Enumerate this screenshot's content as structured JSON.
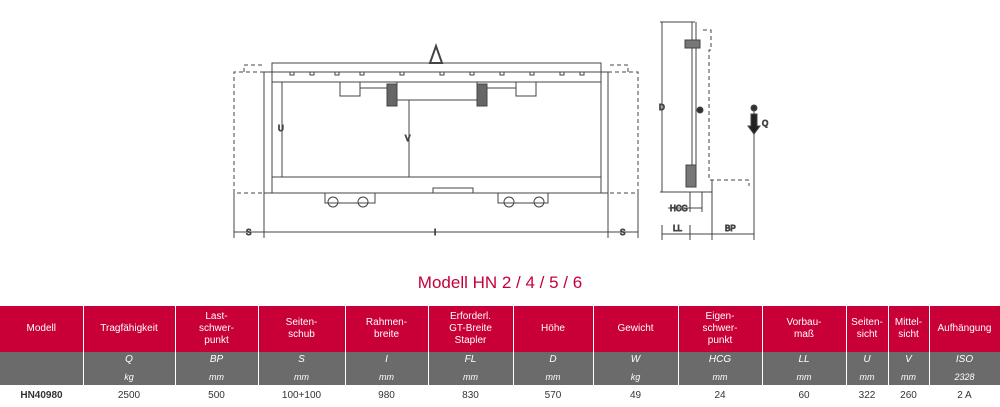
{
  "drawing": {
    "labels": {
      "u": "U",
      "v": "V",
      "s_left": "S",
      "i": "I",
      "s_right": "S",
      "d": "D",
      "q": "Q",
      "hcg": "HCG",
      "ll": "LL",
      "bp": "BP"
    }
  },
  "title": "Modell HN 2 / 4 / 5 / 6",
  "table": {
    "columns": [
      {
        "header": "Modell",
        "symbol": "",
        "unit": ""
      },
      {
        "header": "Tragfähigkeit",
        "symbol": "Q",
        "unit": "kg"
      },
      {
        "header": "Last-\nschwer-\npunkt",
        "symbol": "BP",
        "unit": "mm"
      },
      {
        "header": "Seiten-\nschub",
        "symbol": "S",
        "unit": "mm"
      },
      {
        "header": "Rahmen-\nbreite",
        "symbol": "I",
        "unit": "mm"
      },
      {
        "header": "Erforderl.\nGT-Breite\nStapler",
        "symbol": "FL",
        "unit": "mm"
      },
      {
        "header": "Höhe",
        "symbol": "D",
        "unit": "mm"
      },
      {
        "header": "Gewicht",
        "symbol": "W",
        "unit": "kg"
      },
      {
        "header": "Eigen-\nschwer-\npunkt",
        "symbol": "HCG",
        "unit": "mm"
      },
      {
        "header": "Vorbau-\nmaß",
        "symbol": "LL",
        "unit": "mm"
      },
      {
        "header": "Seiten-\nsicht",
        "symbol": "U",
        "unit": "mm"
      },
      {
        "header": "Mittel-\nsicht",
        "symbol": "V",
        "unit": "mm"
      },
      {
        "header": "Aufhängung",
        "symbol": "ISO",
        "unit": "2328"
      }
    ],
    "rows": [
      [
        "HN40980",
        "2500",
        "500",
        "100+100",
        "980",
        "830",
        "570",
        "49",
        "24",
        "60",
        "322",
        "260",
        "2 A"
      ]
    ]
  }
}
